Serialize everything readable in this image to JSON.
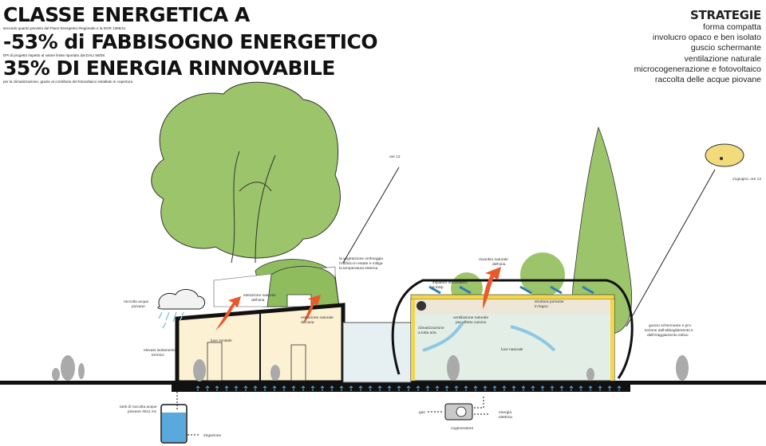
{
  "headline": {
    "line1": "CLASSE ENERGETICA A",
    "note1": "secondo quanto previsto dal Piano Energetico Regionale e la DGR 1366/11",
    "line2": "-53% di FABBISOGNO ENERGETICO",
    "note2": "EPi di progetto rispetto al valore limite riportato dal DALI 56/08",
    "line3": "35% DI ENERGIA RINNOVABILE",
    "note3": "per la climatizzazione, grazie al contributo del fotovoltaico installato in copertura"
  },
  "strategies": {
    "title": "STRATEGIE",
    "items": [
      "forma compatta",
      "involucro opaco e ben isolato",
      "guscio schermante",
      "ventilazione naturale",
      "microcogenerazione e fotovoltaico",
      "raccolta delle acque piovane"
    ]
  },
  "labels": {
    "ore12_left": "ore 12",
    "sun_time": "21giugno, ore 12",
    "vegetation": [
      "la vegetazione ombreggia",
      "l'edificio in estate e mitiga",
      "la temperatura esterna"
    ],
    "rain": [
      "raccolta acque",
      "piovane"
    ],
    "insulation": [
      "elevato isolamento",
      "termico"
    ],
    "extraction1": [
      "estrazione naturale",
      "dell'aria"
    ],
    "extraction2": [
      "estrazione naturale",
      "dell'aria"
    ],
    "skylight": "luce zenitale",
    "air_change": [
      "ricambio naturale",
      "dell'aria"
    ],
    "pv": [
      "impianto fotovoltaico",
      "6 kWp"
    ],
    "structure": [
      "struttura portante",
      "in legno"
    ],
    "climatization": [
      "climatizzazione",
      "a tutta aria"
    ],
    "chimney": [
      "ventilazione naturale",
      "per effetto camino"
    ],
    "natural_light": "luce naturale",
    "shell": [
      "guscio schermante e pro-",
      "tezione dall'abbagliamento e",
      "dall'irraggiamento estivo"
    ],
    "tank": [
      "tank di raccolta acque",
      "piovane 40x1 mc"
    ],
    "irrigation": "irrigazione",
    "gas": "gas",
    "cogenerator": "cogeneratore",
    "electric": [
      "energia",
      "elettrica"
    ]
  },
  "colors": {
    "foliage": "#9cc46a",
    "wall_fill": "#fdf1d4",
    "roof_yellow": "#f3d64a",
    "arrow_orange": "#e8582a",
    "air_blue": "#8ec7e3",
    "water": "#5aa9dc",
    "sun": "#f2db7a"
  }
}
